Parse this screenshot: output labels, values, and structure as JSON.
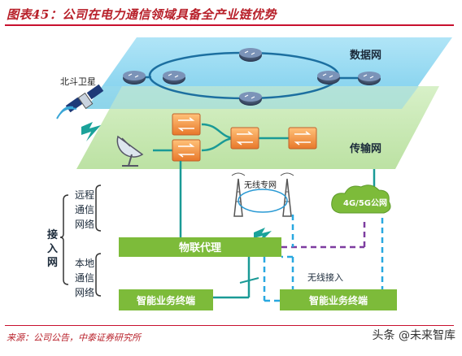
{
  "figure_title": "图表45：公司在电力通信领域具备全产业链优势",
  "layers": {
    "data_network": "数据网",
    "transmission_network": "传输网"
  },
  "satellite_label": "北斗卫星",
  "wireless_private_net": "无线专网",
  "cellular_net": "4G/5G公网",
  "access_net": {
    "label": "接入网",
    "remote": "远程通信网络",
    "local": "本地通信网络"
  },
  "iot_proxy": "物联代理",
  "terminal_left": "智能业务终端",
  "terminal_right": "智能业务终端",
  "wireless_access": "无线接入",
  "source": "来源：公司公告，中泰证券研究所",
  "watermark": "头条 @未来智库",
  "colors": {
    "title_red": "#b8202a",
    "data_layer": "#8fd6f0",
    "transmission_layer": "#c5e8b0",
    "green_box": "#7dbb3a",
    "router": "#3a4c66",
    "switch_orange": "#f19a3e",
    "teal_line": "#1a9a96",
    "blue_dash": "#29a8e0",
    "purple_dash": "#7d3ca0",
    "lightning": "#1aa29a"
  },
  "icons": [
    "router-icon",
    "switch-icon",
    "satellite-icon",
    "dish-antenna-icon",
    "radio-tower-icon",
    "lightning-icon",
    "cloud-icon"
  ]
}
